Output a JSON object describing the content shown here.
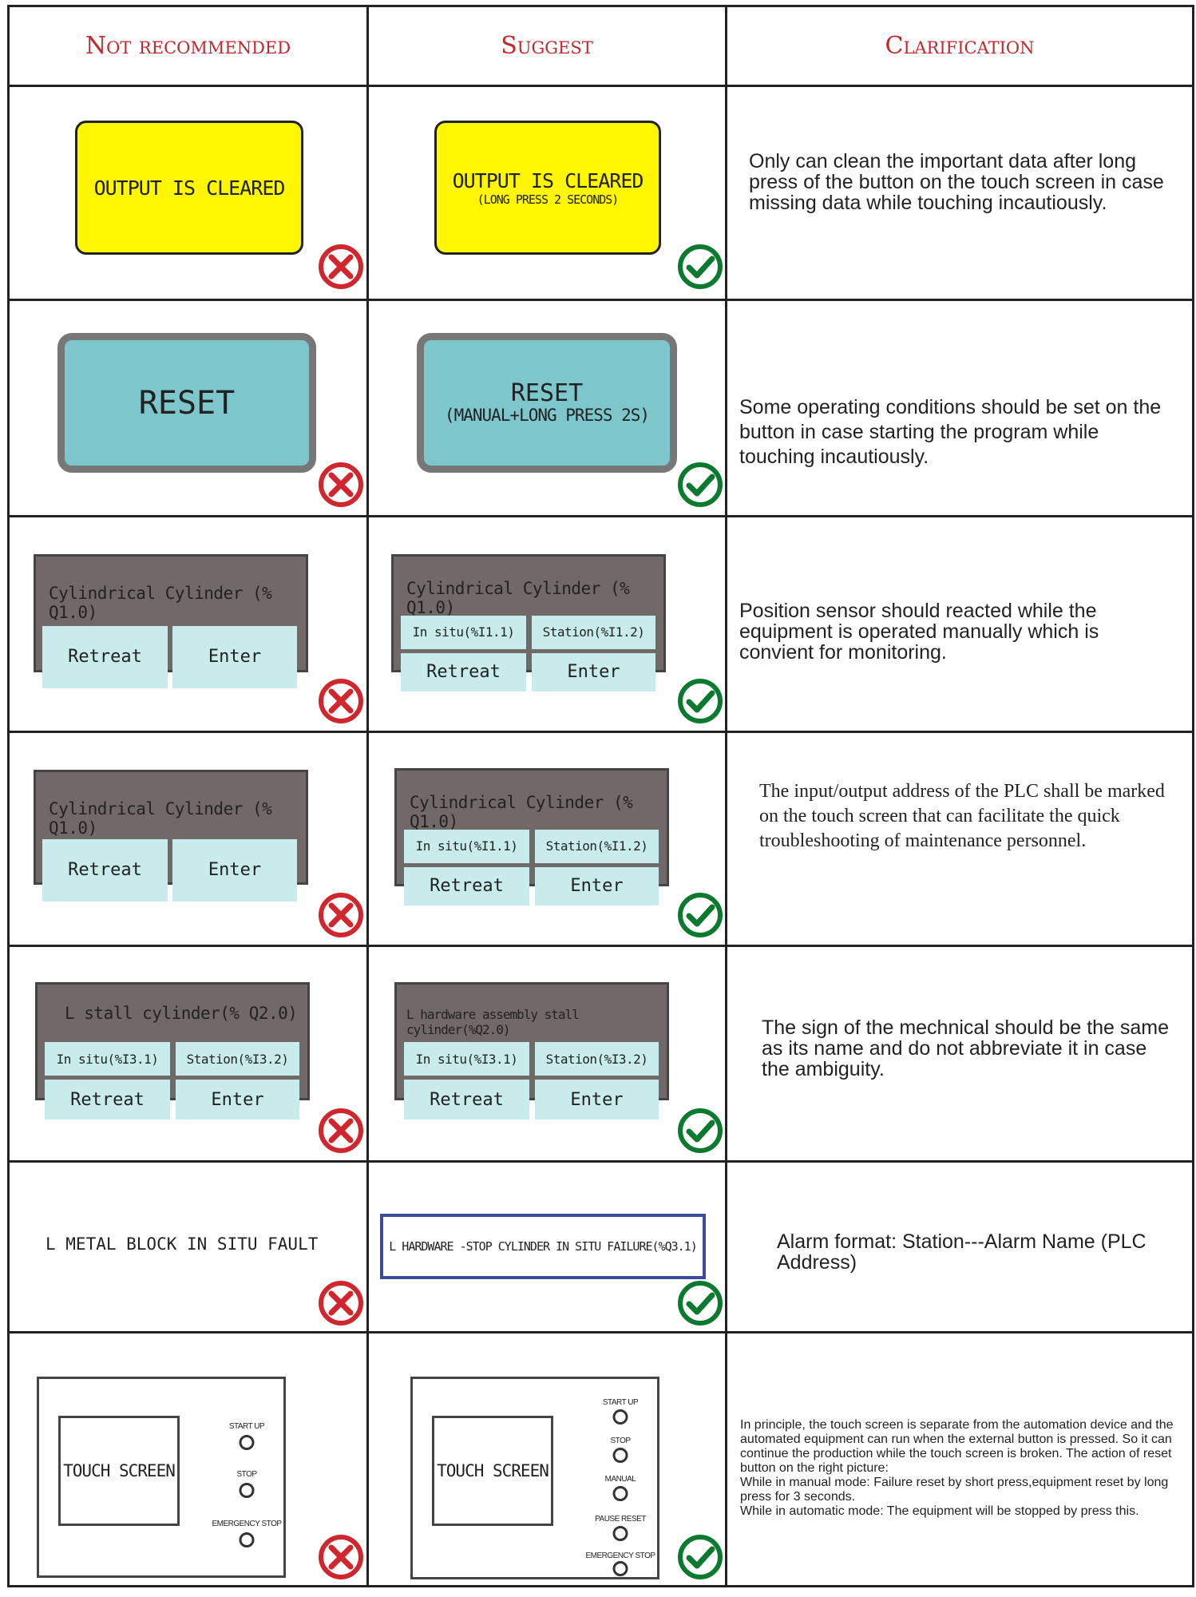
{
  "headers": {
    "not_recommended": "Not recommended",
    "suggest": "Suggest",
    "clarification": "Clarification"
  },
  "icons": {
    "bad": "cross-icon",
    "good": "check-icon",
    "bad_color": "#d0262e",
    "good_color": "#0b7a2e"
  },
  "rows": [
    {
      "bad": {
        "line1": "OUTPUT IS CLEARED"
      },
      "good": {
        "line1": "OUTPUT IS CLEARED",
        "line2": "(LONG PRESS 2 SECONDS)"
      },
      "clarification": "Only can clean the important data after long press of the button on the touch screen in case missing data while touching incautiously."
    },
    {
      "bad": {
        "line1": "RESET"
      },
      "good": {
        "line1": "RESET",
        "line2": "(MANUAL+LONG PRESS 2S)"
      },
      "clarification": "Some operating conditions should be set on the button in case starting the program while touching incautiously."
    },
    {
      "bad": {
        "title": "Cylindrical Cylinder (% Q1.0)",
        "retreat": "Retreat",
        "enter": "Enter"
      },
      "good": {
        "title": "Cylindrical Cylinder (% Q1.0)",
        "insitu": "In situ(%I1.1)",
        "station": "Station(%I1.2)",
        "retreat": "Retreat",
        "enter": "Enter"
      },
      "clarification": "Position sensor should reacted while the equipment is operated manually which is convient for monitoring."
    },
    {
      "bad": {
        "title": "Cylindrical Cylinder (% Q1.0)",
        "retreat": "Retreat",
        "enter": "Enter"
      },
      "good": {
        "title": "Cylindrical Cylinder (% Q1.0)",
        "insitu": "In situ(%I1.1)",
        "station": "Station(%I1.2)",
        "retreat": "Retreat",
        "enter": "Enter"
      },
      "clarification": "The input/output address of the PLC shall be marked on the touch screen that can facilitate the quick troubleshooting of maintenance personnel."
    },
    {
      "bad": {
        "title": "L stall cylinder(% Q2.0)",
        "insitu": "In situ(%I3.1)",
        "station": "Station(%I3.2)",
        "retreat": "Retreat",
        "enter": "Enter"
      },
      "good": {
        "title": "L hardware assembly stall cylinder(%Q2.0)",
        "insitu": "In situ(%I3.1)",
        "station": "Station(%I3.2)",
        "retreat": "Retreat",
        "enter": "Enter"
      },
      "clarification": "The sign of the mechnical should be the same as its name and do not abbreviate it in case the ambiguity."
    },
    {
      "bad": {
        "text": "L METAL BLOCK IN SITU FAULT"
      },
      "good": {
        "text": "L HARDWARE -STOP CYLINDER IN SITU FAILURE(%Q3.1)"
      },
      "clarification": "Alarm format: Station---Alarm Name (PLC Address)"
    },
    {
      "bad": {
        "screen": "TOUCH SCREEN",
        "buttons": [
          "START UP",
          "STOP",
          "EMERGENCY STOP"
        ]
      },
      "good": {
        "screen": "TOUCH SCREEN",
        "buttons": [
          "START UP",
          "STOP",
          "MANUAL",
          "PAUSE RESET",
          "EMERGENCY STOP"
        ]
      },
      "clarification_lines": [
        "In principle, the touch screen is separate from the automation device and the automated equipment can run when the external button is pressed. So it can continue the production while the touch screen is broken. The action of reset button on the right picture:",
        "While in manual mode: Failure reset by short press,equipment reset by long press for 3 seconds.",
        "While in automatic mode: The equipment will be stopped by press this."
      ]
    }
  ]
}
